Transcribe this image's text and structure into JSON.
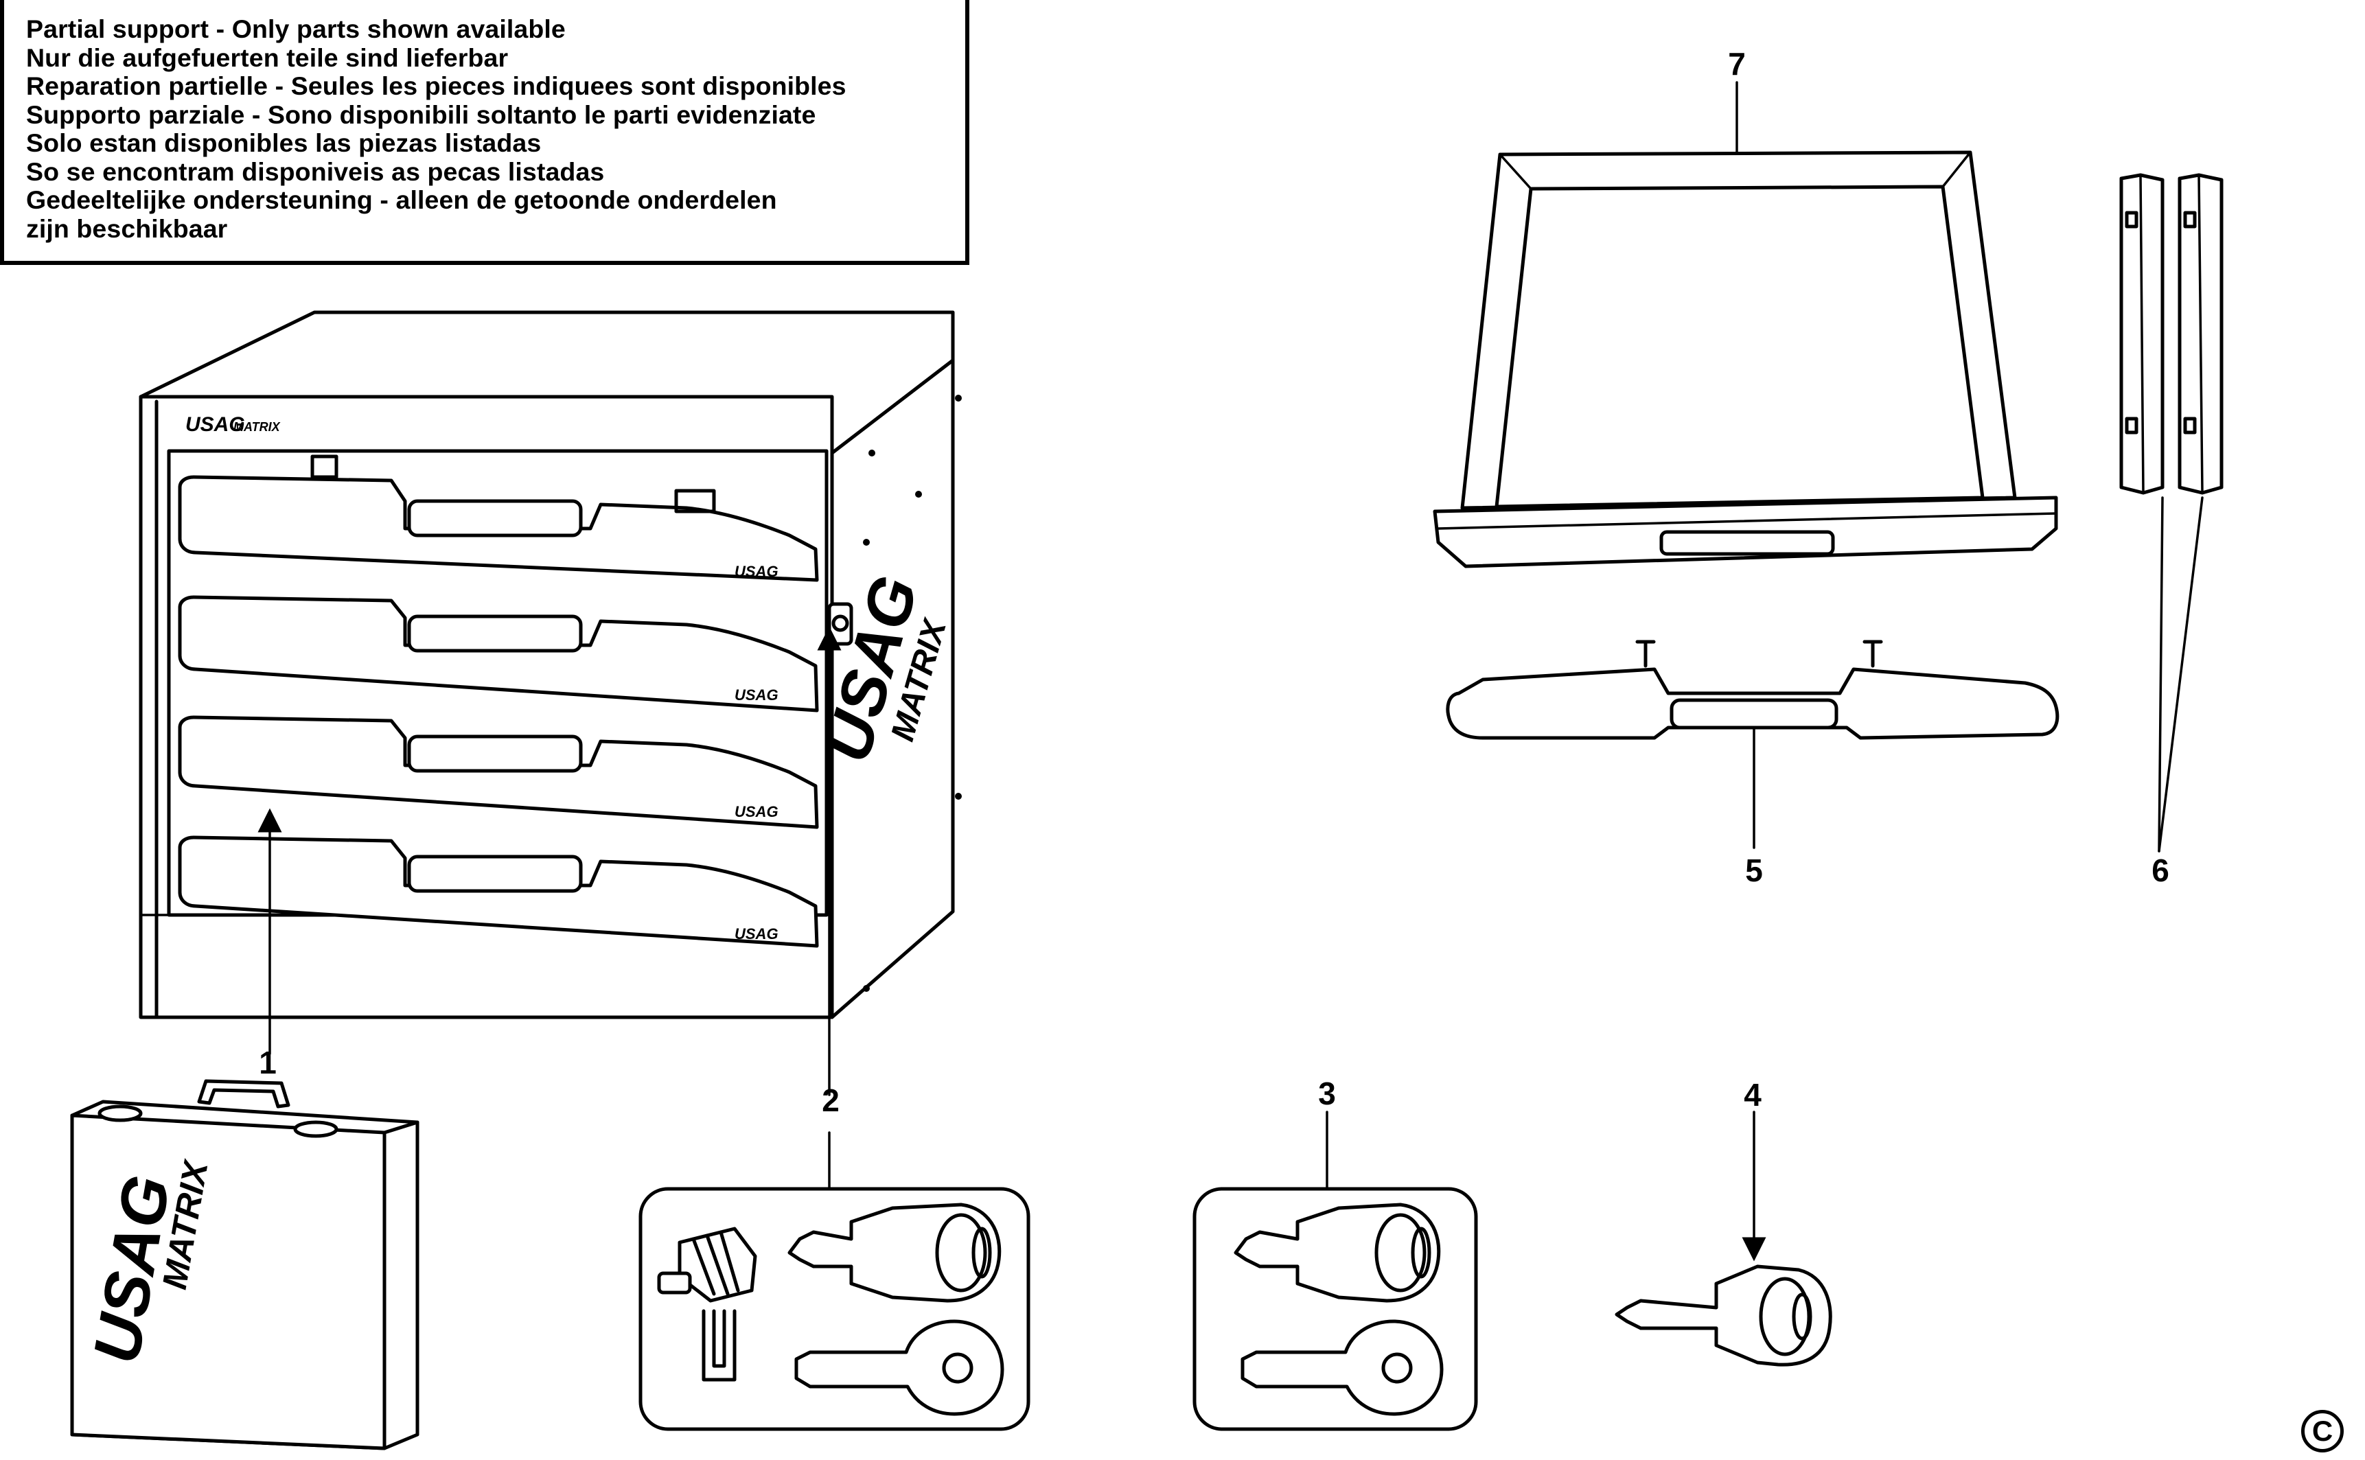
{
  "notice": {
    "lines": [
      "Partial support - Only parts shown available",
      "Nur die aufgefuerten teile sind lieferbar",
      "Reparation partielle - Seules les pieces indiquees sont disponibles",
      "Supporto parziale - Sono disponibili soltanto le parti evidenziate",
      "Solo estan disponibles las piezas listadas",
      "So se encontram disponiveis as pecas listadas",
      "Gedeeltelijke ondersteuning - alleen de getoonde onderdelen",
      "zijn beschikbaar"
    ]
  },
  "callouts": {
    "p1": "1",
    "p2": "2",
    "p3": "3",
    "p4": "4",
    "p5": "5",
    "p6": "6",
    "p7": "7"
  },
  "brand": {
    "usag": "USAG",
    "matrix": "MATRIX"
  },
  "copyright": "C"
}
